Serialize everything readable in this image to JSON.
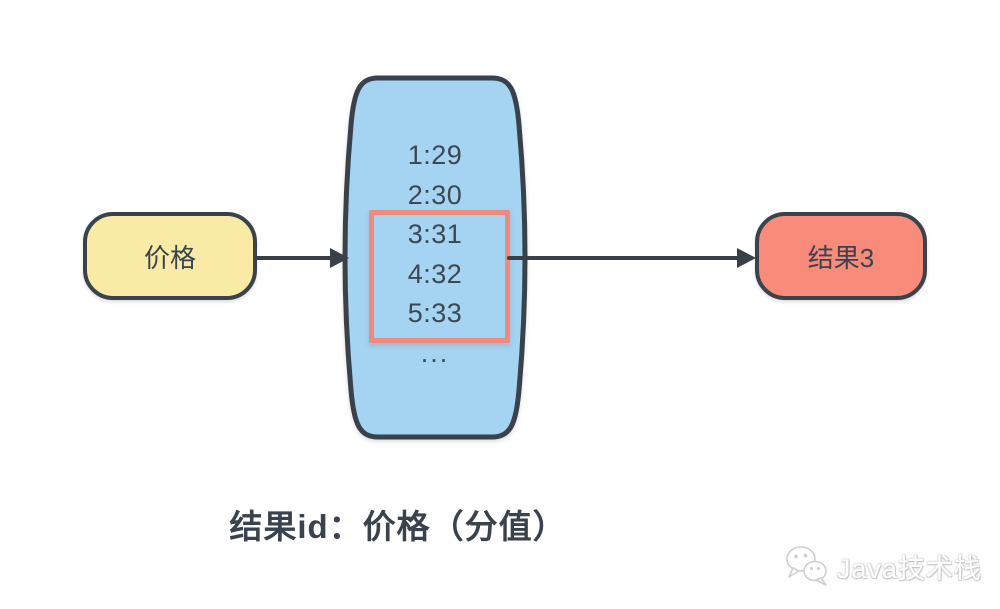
{
  "diagram": {
    "background": "#ffffff",
    "caption": "结果id：价格（分值）",
    "arrow_color": "#3A4047",
    "nodes": {
      "input": {
        "label": "价格",
        "fill": "#F9EBA6",
        "border": "#3A424C"
      },
      "store": {
        "shape": "barrel",
        "fill": "#A5D3F2",
        "border": "#39414B",
        "entries": [
          "1:29",
          "2:30",
          "3:31",
          "4:32",
          "5:33",
          "..."
        ],
        "highlight": {
          "entries": [
            "3:31",
            "4:32",
            "5:33"
          ],
          "stroke": "#F1897D"
        }
      },
      "output": {
        "label": "结果3",
        "fill": "#F98B7B",
        "border": "#3A424C"
      }
    },
    "watermark": {
      "icon": "wechat-icon",
      "text": "Java技术栈"
    }
  }
}
